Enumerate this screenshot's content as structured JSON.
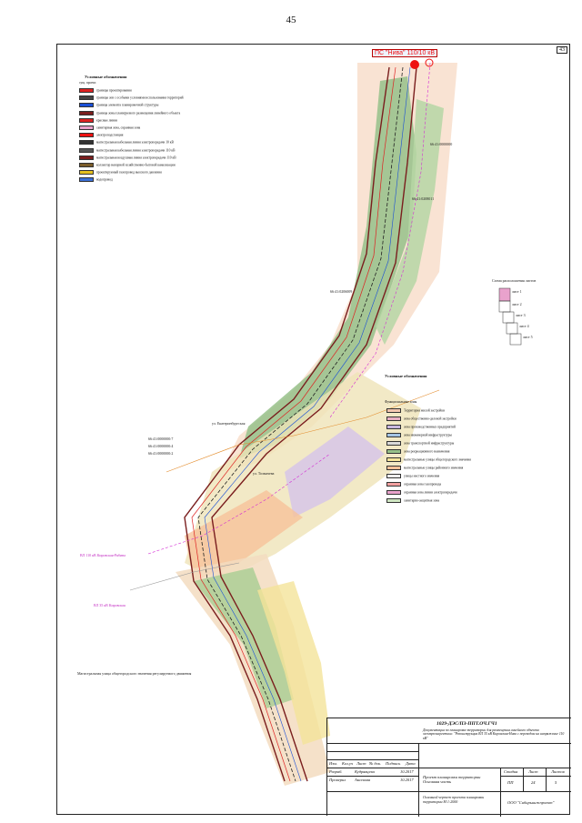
{
  "page_number": "45",
  "sheet_number": "43",
  "substation_label": "ПС \"Нива\" 110/10 кВ",
  "legend_left": {
    "title": "Условные обозначения",
    "subtitle": "сущ. проект.",
    "items": [
      "границы проектирования",
      "границы зон с особыми условиями использования территорий",
      "граница элемента планировочной структуры",
      "граница зоны планируемого размещения линейного объекта",
      "красные линии",
      "санитарная зона, охранная зона",
      "электроподстанция",
      "магистральная кабельная линия электропередачи 10 кВ",
      "магистральная кабельная линия электропередачи 110 кВ",
      "магистральная воздушная линия электропередачи 110 кВ",
      "коллектор напорной хозяйственно-бытовой канализации",
      "проектируемый газопровод высокого давления",
      "водопровод"
    ]
  },
  "legend_right": {
    "title": "Условные обозначения",
    "subtitle": "Функциональные зоны",
    "items": [
      "Территория жилой застройки",
      "зона общественно-деловой застройки",
      "зона производственных предприятий",
      "зона инженерной инфраструктуры",
      "зона транспортной инфраструктуры",
      "зона рекреационного назначения",
      "магистральные улицы общегородского значения",
      "магистральные улицы районного значения",
      "улицы местного значения",
      "охранная зона газопровода",
      "охранная зона линии электропередачи",
      "санитарно-защитная зона"
    ]
  },
  "map_labels": [
    "66:41:0000000",
    "66:41:0208011",
    "66:41:0206009",
    "66:41:0000000:7",
    "66:41:0000000:4",
    "66:41:0000000:2",
    "ул. Екатеринбургская",
    "ул. Толмачева",
    "ВЛ 110 кВ Кировская-Рябина",
    "ВЛ 35 кВ Кировская",
    "Магистральная улица общегородского значения регулируемого движения",
    "Схема расположения листов"
  ],
  "schema_sheets": [
    "лист 1",
    "лист 2",
    "лист 3",
    "лист 4",
    "лист 5"
  ],
  "title_block": {
    "code": "1029-ДЭС/ПЗ-ППТ.ОЧ.ГЧ1",
    "description": "Документация по планировке территории для размещения линейного объекта электроэнергетики: \"Реконструкция ВЛ 35 кВ Кировская-Нива с переводом на напряжение 110 кВ\"",
    "headers": [
      "Изм.",
      "Кол.уч",
      "Лист",
      "№ док.",
      "Подпись",
      "Дата"
    ],
    "rows": [
      {
        "role": "Разраб.",
        "name": "Кудрявцева",
        "date": "10.2017"
      },
      {
        "role": "Проверил",
        "name": "Аксенова",
        "date": "10.2017"
      }
    ],
    "part_title": "Проект планировки территории Основная часть",
    "stage_header": "Стадия",
    "sheet_header": "Лист",
    "sheets_header": "Листов",
    "stage": "ПП",
    "sheet": "24",
    "sheets": "5",
    "drawing_title": "Основной чертеж проекта планировки территории М 1:2000",
    "company": "ООО \"Сибирьинжпроект\""
  }
}
